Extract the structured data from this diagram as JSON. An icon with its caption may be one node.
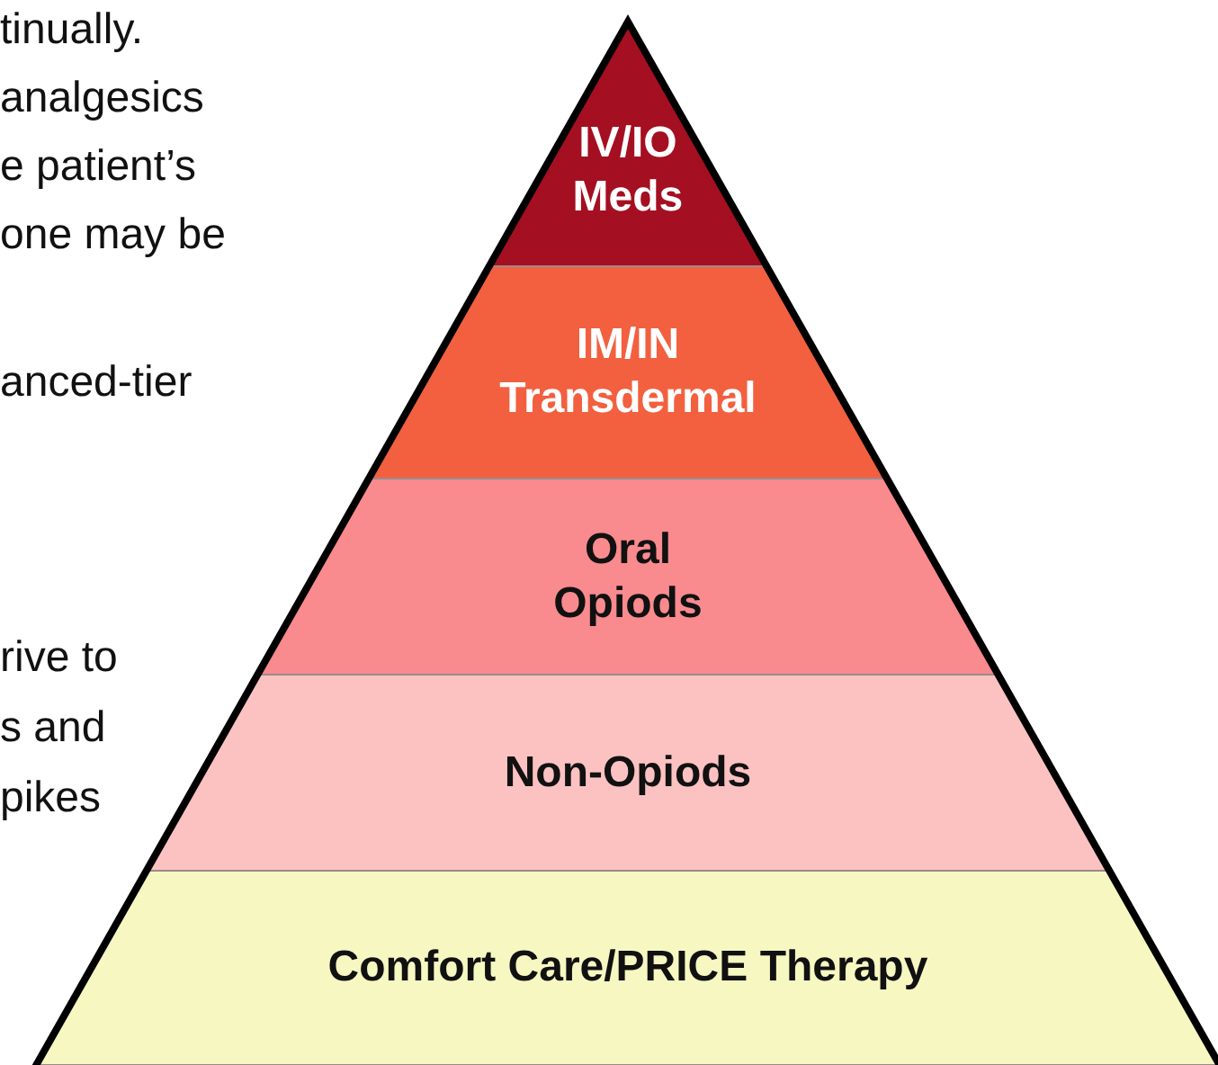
{
  "diagram": {
    "nodes": [
      {
        "text": [
          "IV/IO Meds"
        ]
      },
      {
        "text": [
          "IM/IN Transdermal"
        ]
      },
      {
        "text": [
          "Oral Opiods"
        ]
      },
      {
        "text": [
          "Non-Opiods"
        ]
      },
      {
        "text": [
          "Comfort Care/PRICE Therapy"
        ]
      }
    ],
    "labels": [
      "tinually.",
      "analgesics",
      "e patient’s",
      "one may be",
      "anced-tier",
      "rive to",
      "s and",
      "pikes"
    ]
  }
}
